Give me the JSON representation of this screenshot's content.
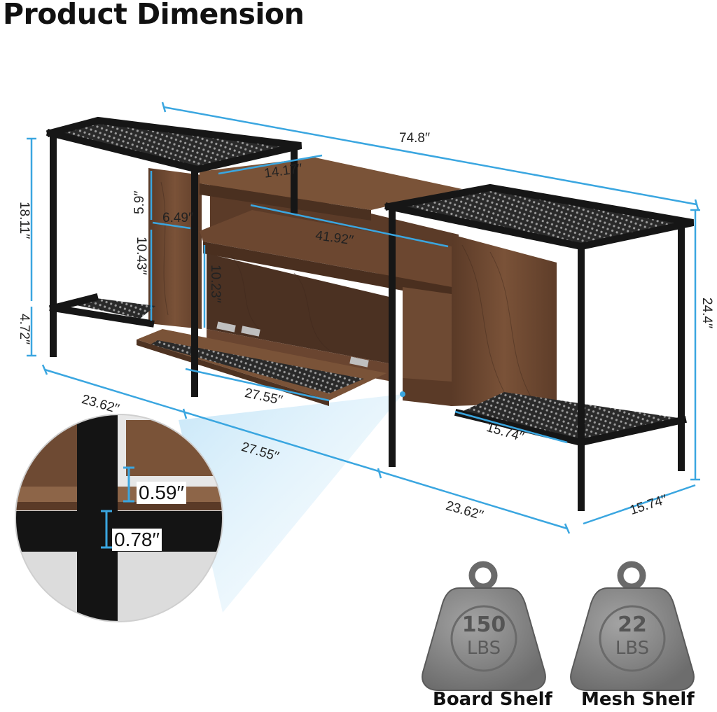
{
  "title": "Product Dimension",
  "dimensions": {
    "total_width": "74.8′′",
    "top_board_depth": "14.17′′",
    "inner_shelf_width": "41.92′′",
    "upper_open_height": "5.9′′",
    "side_cubby_width": "6.49′′",
    "lower_open_height": "10.43′′",
    "drop_door_height": "10.23′′",
    "side_height": "18.11′′",
    "bottom_clearance": "4.72′′",
    "total_height": "24.4′′",
    "left_table_length": "23.62′′",
    "door_width": "27.55′′",
    "center_length": "27.55′′",
    "right_table_length": "23.62′′",
    "inner_depth": "15.74′′",
    "total_depth": "15.74′′"
  },
  "zoom": {
    "board_thickness": "0.59′′",
    "frame_thickness": "0.78′′"
  },
  "weights": [
    {
      "number": "150",
      "unit": "LBS",
      "caption": "Board Shelf"
    },
    {
      "number": "22",
      "unit": "LBS",
      "caption": "Mesh Shelf"
    }
  ],
  "colors": {
    "dimension_line": "#3aa6e0",
    "frame": "#161616",
    "wood": "#6e4a33",
    "wood_dark": "#4e3322",
    "weight_metal": "#8a8a8a"
  }
}
